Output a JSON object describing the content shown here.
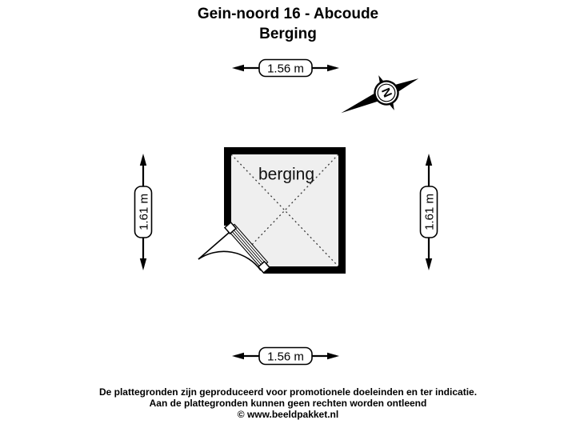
{
  "title": {
    "line1": "Gein-noord 16 - Abcoude",
    "line2": "Berging"
  },
  "floorplan": {
    "room_label": "berging",
    "dimensions": {
      "top": "1.56 m",
      "bottom": "1.56 m",
      "left": "1.61 m",
      "right": "1.61 m"
    },
    "compass": {
      "north_label": "N"
    }
  },
  "footer": {
    "line1": "De plattegronden zijn geproduceerd voor promotionele doeleinden en ter indicatie.",
    "line2": "Aan de plattegronden kunnen geen rechten worden ontleend",
    "line3": "© www.beeldpakket.nl"
  },
  "colors": {
    "background": "#ffffff",
    "wall": "#000000",
    "room_fill": "#efefef",
    "diagonal_dash": "#3a3a3a",
    "text": "#000000"
  }
}
